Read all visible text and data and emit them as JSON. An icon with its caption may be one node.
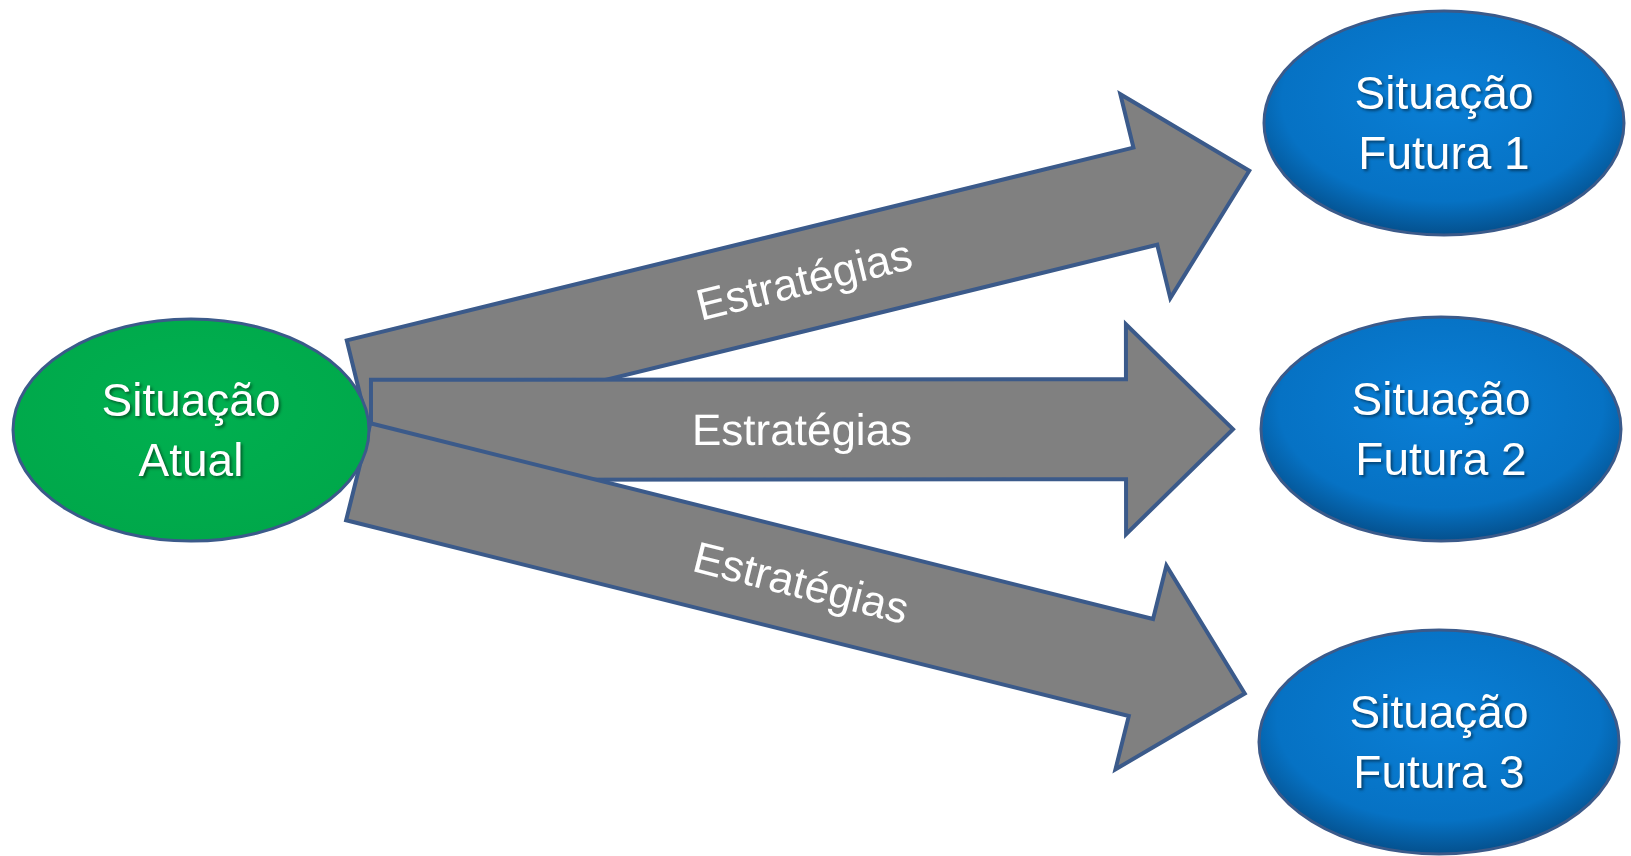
{
  "diagram": {
    "nodes": [
      {
        "text": [
          "Situação Atual"
        ]
      },
      {
        "text": [
          "Situação Futura 1"
        ]
      },
      {
        "text": [
          "Situação Futura 2"
        ]
      },
      {
        "text": [
          "Situação Futura 3"
        ]
      }
    ],
    "edges": [
      {
        "from": 0,
        "to": 1,
        "arrow": "to",
        "label": "Estratégias"
      },
      {
        "from": 0,
        "to": 2,
        "arrow": "to",
        "label": "Estratégias"
      },
      {
        "from": 0,
        "to": 3,
        "arrow": "to",
        "label": "Estratégias"
      }
    ]
  }
}
